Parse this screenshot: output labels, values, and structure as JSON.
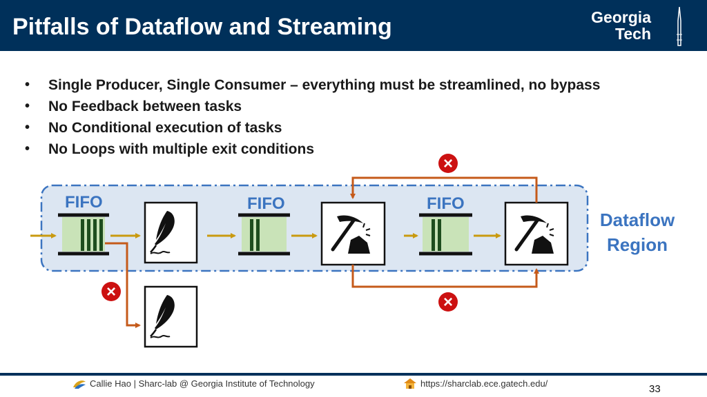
{
  "slide": {
    "title": "Pitfalls of Dataflow and Streaming",
    "logo_line1": "Georgia",
    "logo_line2": "Tech",
    "bullets": [
      "Single Producer, Single Consumer – everything must be streamlined, no bypass",
      "No Feedback between tasks",
      "No Conditional execution of tasks",
      "No Loops with multiple exit conditions"
    ]
  },
  "diagram": {
    "fifo_labels": [
      "FIFO",
      "FIFO",
      "FIFO"
    ],
    "region_label_line1": "Dataflow",
    "region_label_line2": "Region",
    "error_mark": "×",
    "icons": [
      "quill-icon",
      "quill-icon",
      "pickaxe-icon",
      "pickaxe-icon"
    ],
    "colors": {
      "region_fill": "#dce6f2",
      "region_border": "#3b74c0",
      "fifo_fill": "#c9e3b8",
      "fifo_bar": "#1e4d1e",
      "arrow_gold": "#c99a10",
      "arrow_orange": "#c55a1a",
      "error_red": "#cc1111",
      "label_blue": "#3b74c0",
      "header_navy": "#00305a"
    }
  },
  "footer": {
    "left": "Callie Hao | Sharc-lab @ Georgia Institute of Technology",
    "center": "https://sharclab.ece.gatech.edu/",
    "page_number": "33"
  }
}
